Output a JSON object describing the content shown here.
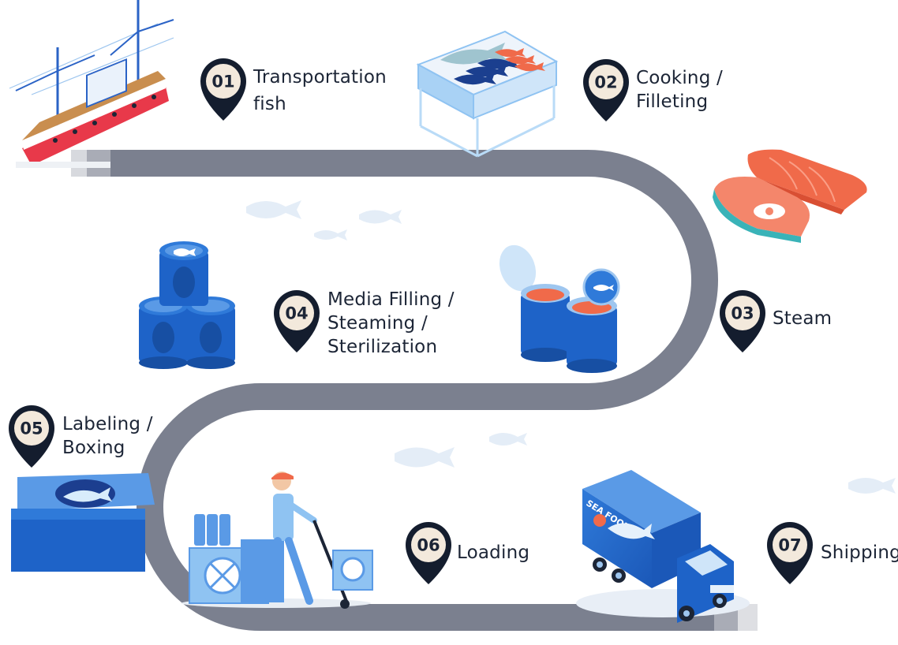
{
  "steps": [
    {
      "number": "01",
      "label_lines": [
        "Transportation",
        "fish"
      ]
    },
    {
      "number": "02",
      "label_lines": [
        "Cooking /",
        "Filleting"
      ]
    },
    {
      "number": "03",
      "label_lines": [
        "Steam"
      ]
    },
    {
      "number": "04",
      "label_lines": [
        "Media Filling /",
        "Steaming /",
        "Sterilization"
      ]
    },
    {
      "number": "05",
      "label_lines": [
        "Labeling /",
        "Boxing"
      ]
    },
    {
      "number": "06",
      "label_lines": [
        "Loading"
      ]
    },
    {
      "number": "07",
      "label_lines": [
        "Shipping"
      ]
    }
  ],
  "truck_text": "SEA FOOD",
  "colors": {
    "road": "#7b808f",
    "pin": "#141d2e",
    "pin_inner": "#f3e9dc",
    "brand_blue": "#1e63c8",
    "light_blue": "#8fc3f2",
    "salmon": "#f06a4a"
  }
}
